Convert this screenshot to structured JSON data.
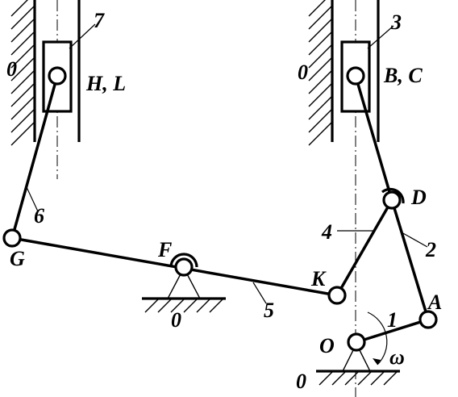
{
  "labels": {
    "frame_left_guide": "0",
    "slider_left": "7",
    "point_HL": "H, L",
    "link_6": "6",
    "point_G": "G",
    "point_F": "F",
    "frame_F": "0",
    "link_5": "5",
    "point_K": "K",
    "link_4": "4",
    "frame_right_guide": "0",
    "slider_right": "3",
    "point_BC": "B, C",
    "point_D": "D",
    "link_2": "2",
    "point_A": "A",
    "link_1": "1",
    "point_O": "O",
    "omega": "ω",
    "frame_O": "0"
  }
}
